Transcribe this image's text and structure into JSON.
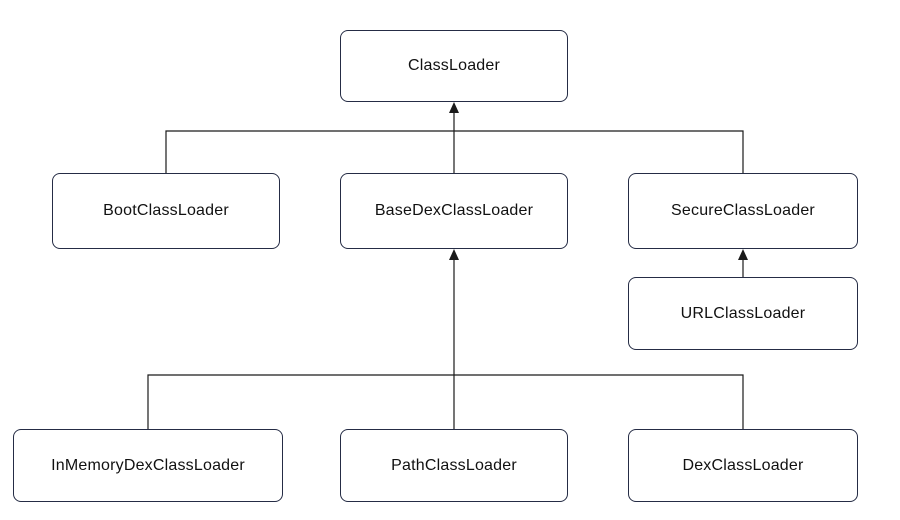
{
  "diagram": {
    "type": "class-hierarchy",
    "background_color": "#ffffff",
    "box_border_color": "#252c45",
    "box_fill_color": "#ffffff",
    "line_color": "#1a1a1a",
    "text_color": "#111111",
    "nodes": [
      {
        "id": "classloader",
        "label": "ClassLoader"
      },
      {
        "id": "bootclassloader",
        "label": "BootClassLoader"
      },
      {
        "id": "basedexclassloader",
        "label": "BaseDexClassLoader"
      },
      {
        "id": "secureclassloader",
        "label": "SecureClassLoader"
      },
      {
        "id": "urlclassloader",
        "label": "URLClassLoader"
      },
      {
        "id": "inmemorydexclassloader",
        "label": "InMemoryDexClassLoader"
      },
      {
        "id": "pathclassloader",
        "label": "PathClassLoader"
      },
      {
        "id": "dexclassloader",
        "label": "DexClassLoader"
      }
    ],
    "edges": [
      {
        "from": "BootClassLoader",
        "to": "ClassLoader",
        "arrowhead": false
      },
      {
        "from": "BaseDexClassLoader",
        "to": "ClassLoader",
        "arrowhead": true
      },
      {
        "from": "SecureClassLoader",
        "to": "ClassLoader",
        "arrowhead": false
      },
      {
        "from": "URLClassLoader",
        "to": "SecureClassLoader",
        "arrowhead": true
      },
      {
        "from": "InMemoryDexClassLoader",
        "to": "BaseDexClassLoader",
        "arrowhead": false
      },
      {
        "from": "PathClassLoader",
        "to": "BaseDexClassLoader",
        "arrowhead": true
      },
      {
        "from": "DexClassLoader",
        "to": "BaseDexClassLoader",
        "arrowhead": false
      }
    ]
  }
}
